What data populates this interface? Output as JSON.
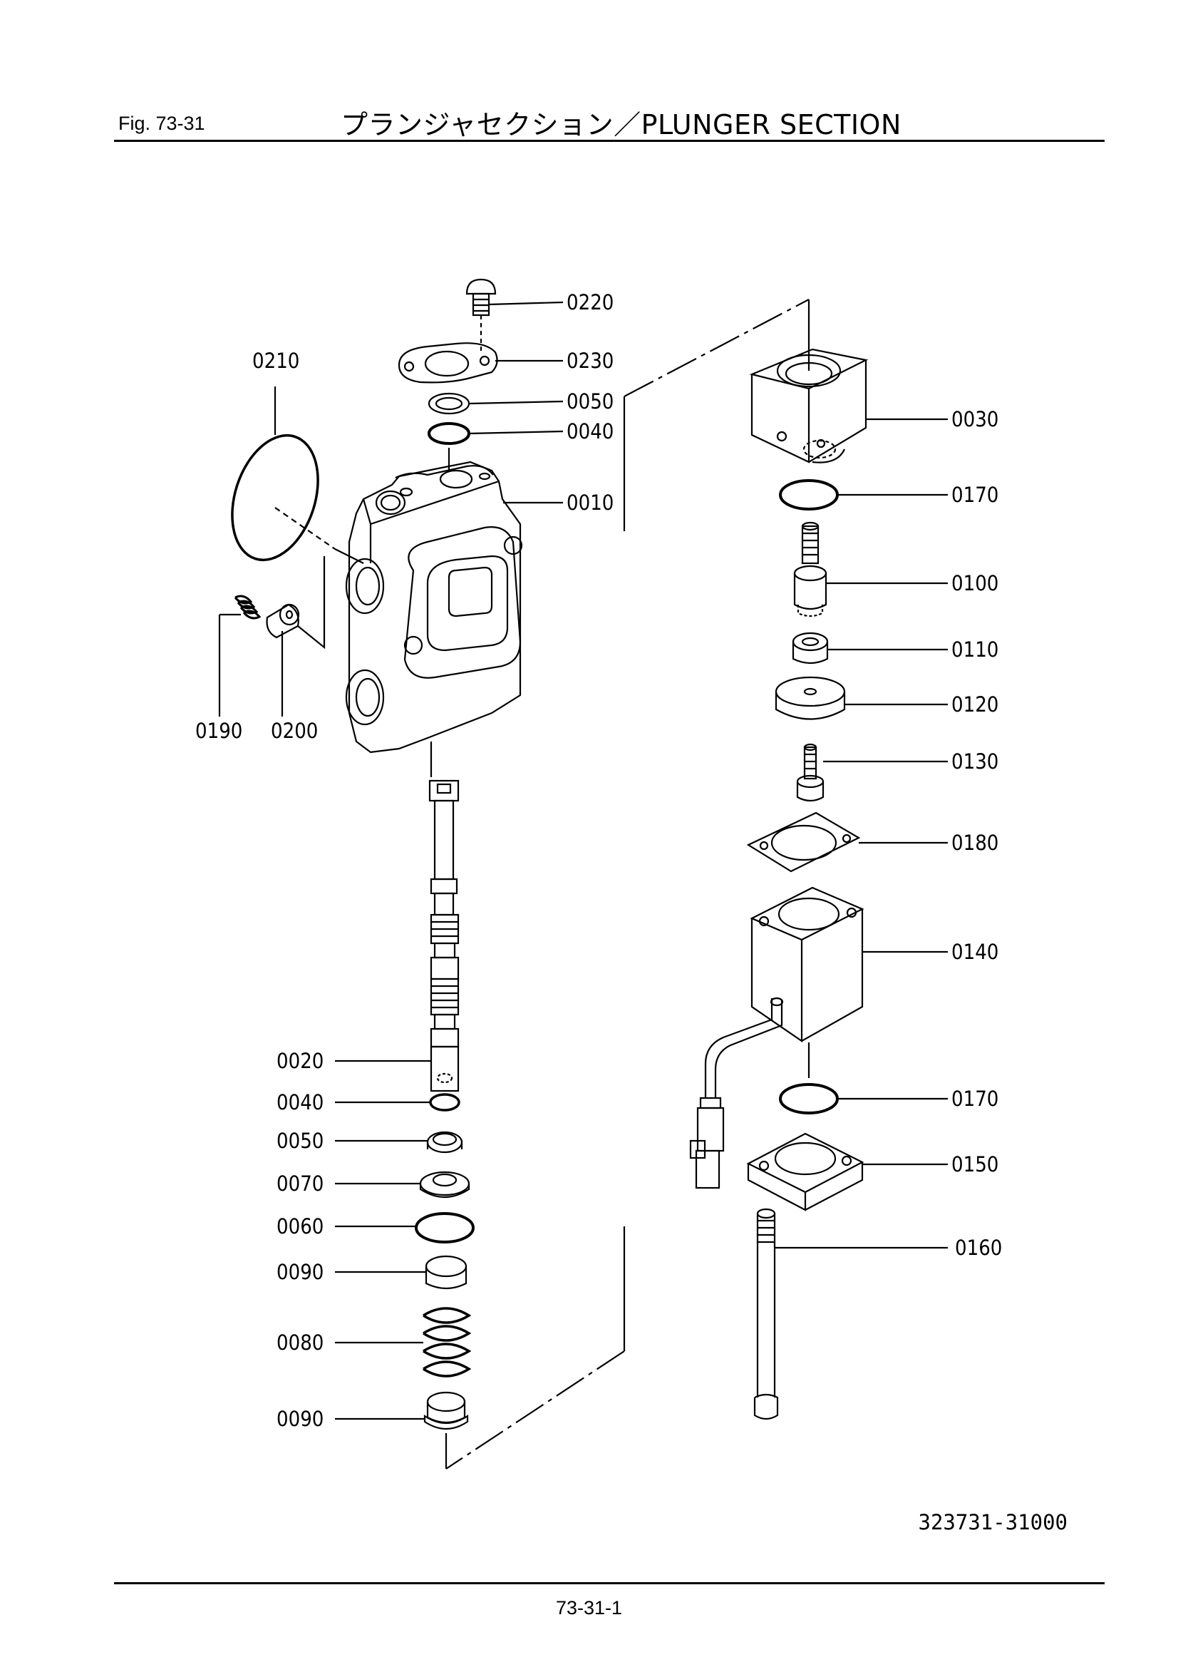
{
  "header": {
    "fig_label": "Fig. 73-31",
    "title": "プランジャセクション／PLUNGER SECTION"
  },
  "drawing_number": "323731-31000",
  "page_number": "73-31-1",
  "part_labels": {
    "p0220": "0220",
    "p0230": "0230",
    "p0050_top": "0050",
    "p0040_top": "0040",
    "p0010": "0010",
    "p0210": "0210",
    "p0190": "0190",
    "p0200": "0200",
    "p0020": "0020",
    "p0040_bottom": "0040",
    "p0050_bottom": "0050",
    "p0070": "0070",
    "p0060": "0060",
    "p0090_top": "0090",
    "p0080": "0080",
    "p0090_bottom": "0090",
    "p0030": "0030",
    "p0170_top": "0170",
    "p0100": "0100",
    "p0110": "0110",
    "p0120": "0120",
    "p0130": "0130",
    "p0180": "0180",
    "p0140": "0140",
    "p0170_bottom": "0170",
    "p0150": "0150",
    "p0160": "0160"
  }
}
